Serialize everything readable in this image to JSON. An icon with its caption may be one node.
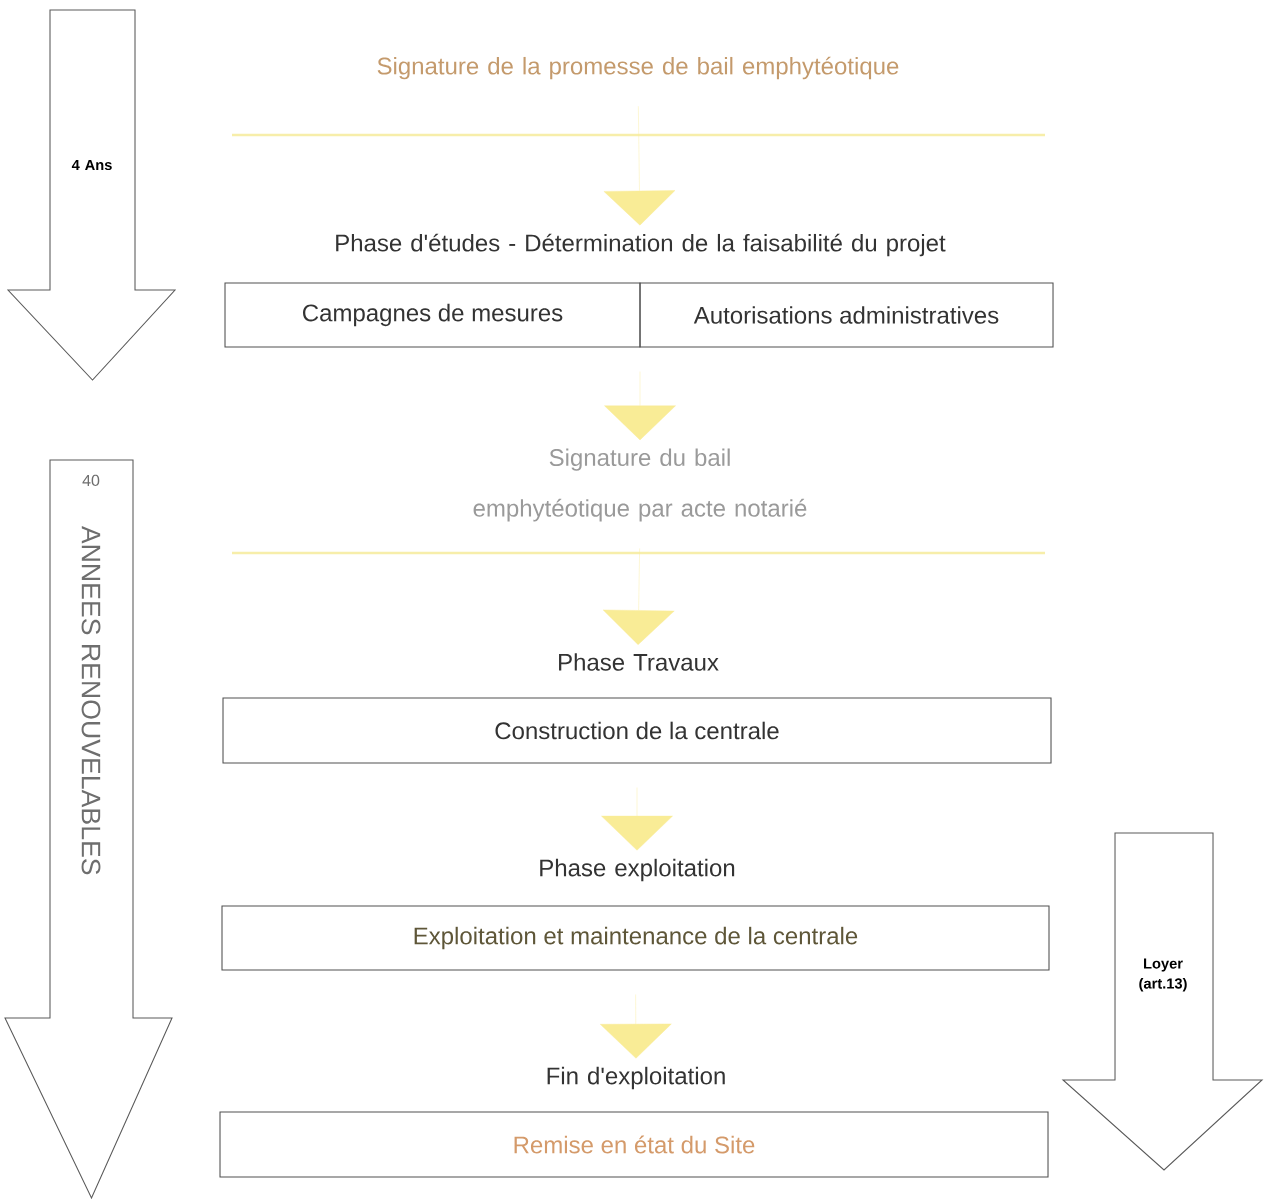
{
  "diagram": {
    "nodes": [
      {
        "text": [
          "4 Ans"
        ]
      },
      {
        "text": [
          "40",
          "ANNEES RENOUVELABLES"
        ]
      },
      {
        "text": [
          "Signature de la promesse de bail emphytéotique"
        ]
      },
      {
        "text": [
          "Phase d'études - Détermination de la faisabilité du projet"
        ]
      },
      {
        "text": [
          "Campagnes de mesures"
        ]
      },
      {
        "text": [
          "Autorisations administratives"
        ]
      },
      {
        "text": [
          "Signature du bail emphytéotique par acte notarié"
        ]
      },
      {
        "text": [
          "Phase Travaux"
        ]
      },
      {
        "text": [
          "Construction de la centrale"
        ]
      },
      {
        "text": [
          "Phase exploitation"
        ]
      },
      {
        "text": [
          "Exploitation et maintenance de la centrale"
        ]
      },
      {
        "text": [
          "Fin d'exploitation"
        ]
      },
      {
        "text": [
          "Remise en état du Site"
        ]
      },
      {
        "text": [
          "Loyer (art.13)"
        ]
      }
    ],
    "edges": [
      {
        "from": 2,
        "to": 3,
        "arrow": "to"
      },
      {
        "from": 4,
        "to": 6,
        "arrow": "to"
      },
      {
        "from": 5,
        "to": 6,
        "arrow": "to"
      },
      {
        "from": 6,
        "to": 7,
        "arrow": "to"
      },
      {
        "from": 8,
        "to": 9,
        "arrow": "to"
      },
      {
        "from": 10,
        "to": 11,
        "arrow": "to"
      }
    ]
  }
}
